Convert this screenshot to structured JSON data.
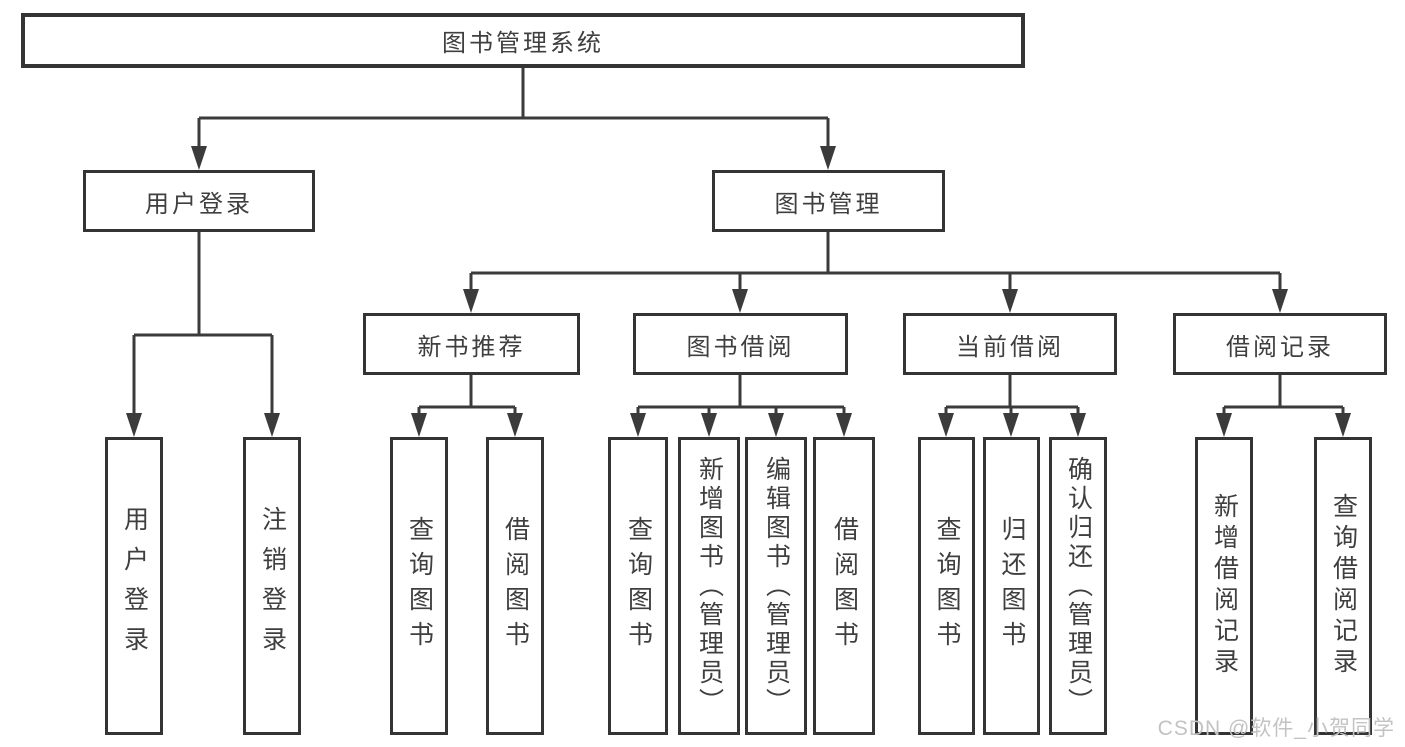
{
  "nodes": {
    "root": "图书管理系统",
    "user_login": "用户登录",
    "book_management": "图书管理",
    "new_book_recommend": "新书推荐",
    "book_borrowing": "图书借阅",
    "current_borrowing": "当前借阅",
    "borrowing_records": "借阅记录",
    "leaf_user_login": "用户登录",
    "leaf_logout": "注销登录",
    "leaf_nbr_query_books": "查询图书",
    "leaf_nbr_borrow_books": "借阅图书",
    "leaf_bb_query_books": "查询图书",
    "leaf_bb_add_books": "新增图书（管理员）",
    "leaf_bb_edit_books": "编辑图书（管理员）",
    "leaf_bb_borrow_books": "借阅图书",
    "leaf_cb_query_books": "查询图书",
    "leaf_cb_return_books": "归还图书",
    "leaf_cb_confirm_return": "确认归还（管理员）",
    "leaf_br_add_record": "新增借阅记录",
    "leaf_br_query_record": "查询借阅记录"
  },
  "watermark": "CSDN @软件_小贺同学",
  "colors": {
    "line": "#3b3b3b",
    "border": "#343434",
    "text": "#3f3f3f",
    "watermark": "#c3c3c3",
    "background": "#ffffff"
  }
}
